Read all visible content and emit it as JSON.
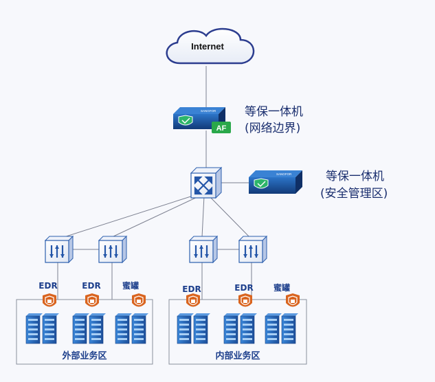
{
  "cloud": {
    "label": "Internet"
  },
  "firewall_top": {
    "brand": "SANGFOR",
    "badge": "AF",
    "title_line1": "等保一体机",
    "title_line2": "(网络边界)"
  },
  "firewall_right": {
    "brand": "SANGFOR",
    "title_line1": "等保一体机",
    "title_line2": "(安全管理区)"
  },
  "zones": [
    {
      "name": "外部业务区",
      "labels": [
        "EDR",
        "EDR",
        "蜜罐"
      ]
    },
    {
      "name": "内部业务区",
      "labels": [
        "EDR",
        "EDR",
        "蜜罐"
      ]
    }
  ],
  "colors": {
    "line": "#7b7f8f",
    "device_blue": "#1f5fb0",
    "device_dark": "#123a78",
    "badge_green": "#2aa84a",
    "shield_orange": "#d9641f",
    "label_blue": "#1d3f8c",
    "text_dark": "#1a2e6e"
  },
  "icons": [
    "cloud-icon",
    "firewall-icon",
    "core-switch-icon",
    "switch-icon",
    "shield-icon",
    "server-icon"
  ]
}
